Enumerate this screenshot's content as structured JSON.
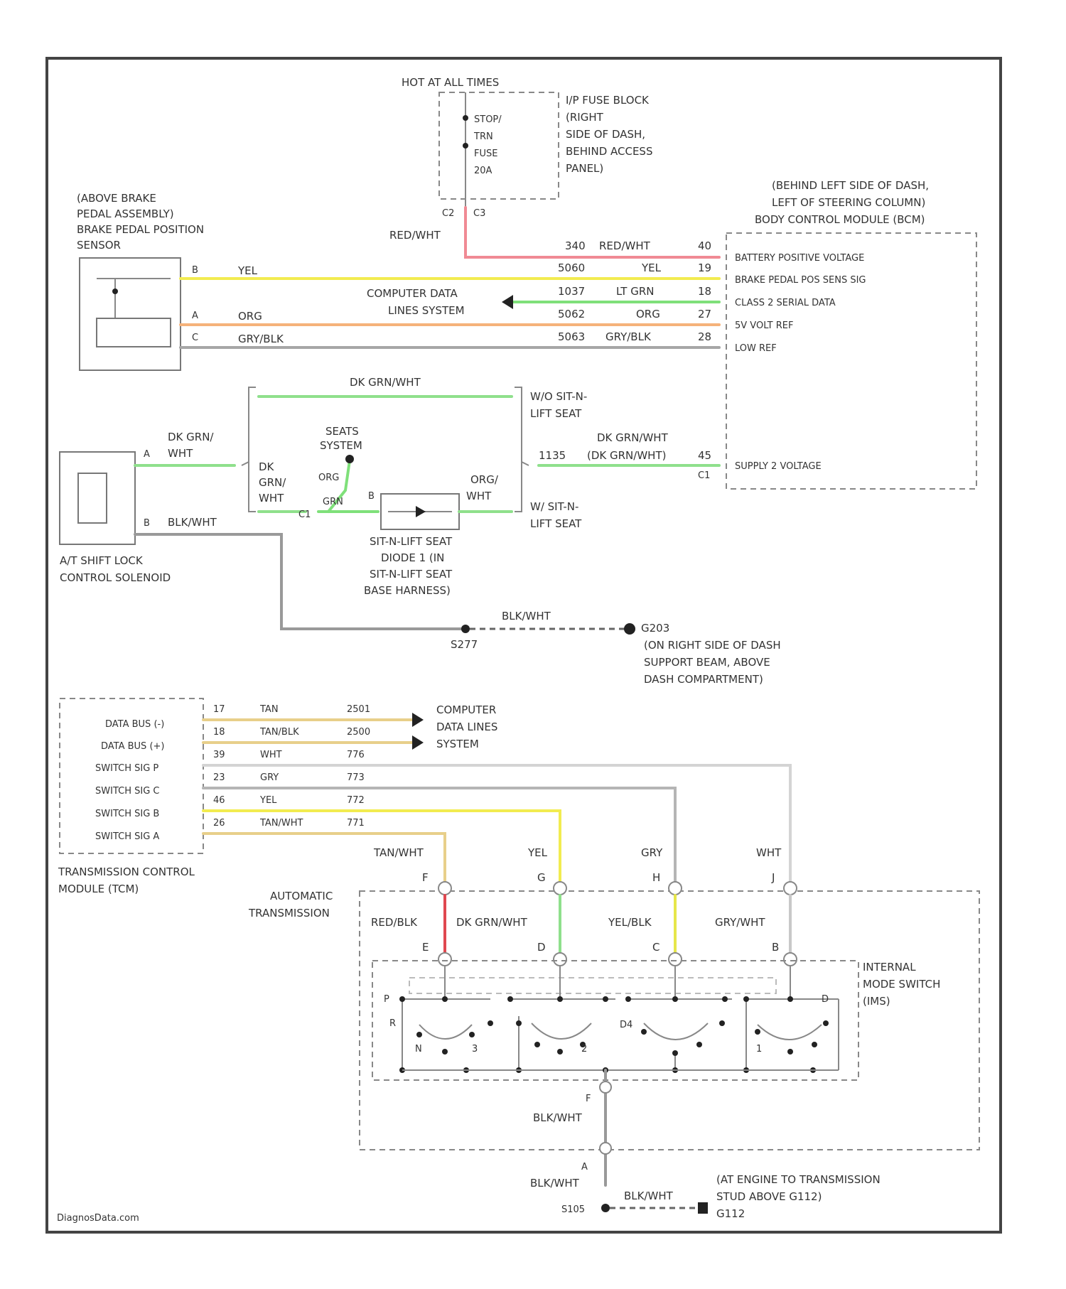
{
  "colors": {
    "red_wht": "#f08a94",
    "yel": "#f2ec50",
    "lt_grn": "#7fe07a",
    "org": "#f5b27a",
    "gry": "#9a9a9a",
    "dk_grn_wht": "#8fe08c",
    "tan": "#e8cf8a",
    "red_blk": "#e04850",
    "blk_wht": "#888888"
  },
  "fuse": {
    "hot_label": "HOT AT ALL TIMES",
    "lines": [
      "STOP/",
      "TRN",
      "FUSE",
      "20A"
    ],
    "block_lines": [
      "I/P FUSE BLOCK",
      "(RIGHT",
      "SIDE OF DASH,",
      "BEHIND ACCESS",
      "PANEL)"
    ],
    "pin_left": "C2",
    "pin_right": "C3",
    "out_wire": "RED/WHT"
  },
  "sensor": {
    "title_lines": [
      "(ABOVE BRAKE",
      "PEDAL ASSEMBLY)",
      "BRAKE PEDAL POSITION",
      "SENSOR"
    ],
    "pins": [
      "B",
      "A",
      "C"
    ],
    "wires": [
      "YEL",
      "ORG",
      "GRY/BLK"
    ]
  },
  "bcm": {
    "header_lines": [
      "(BEHIND LEFT SIDE OF DASH,",
      "LEFT OF STEERING COLUMN)",
      "BODY CONTROL MODULE (BCM)"
    ],
    "circuits": [
      {
        "circuit": "340",
        "wire": "RED/WHT",
        "pin": "40",
        "label": "BATTERY POSITIVE VOLTAGE"
      },
      {
        "circuit": "5060",
        "wire": "YEL",
        "pin": "19",
        "label": "BRAKE PEDAL POS SENS SIG"
      },
      {
        "circuit": "1037",
        "wire": "LT GRN",
        "pin": "18",
        "label": "CLASS 2 SERIAL DATA"
      },
      {
        "circuit": "5062",
        "wire": "ORG",
        "pin": "27",
        "label": "5V VOLT REF"
      },
      {
        "circuit": "5063",
        "wire": "GRY/BLK",
        "pin": "28",
        "label": "LOW REF"
      }
    ],
    "supply": {
      "circuit": "1135",
      "wire_top": "DK GRN/WHT",
      "wire": "(DK GRN/WHT)",
      "pin": "45",
      "connector": "C1",
      "label": "SUPPLY 2 VOLTAGE"
    }
  },
  "computer_data": {
    "lines": [
      "COMPUTER DATA",
      "LINES SYSTEM"
    ]
  },
  "shift_lock": {
    "title_lines": [
      "A/T SHIFT LOCK",
      "CONTROL SOLENOID"
    ],
    "pin_a": "A",
    "pin_b": "B",
    "wire_a": [
      "DK GRN/",
      "WHT"
    ],
    "wire_b": "BLK/WHT",
    "branch_top": "DK GRN/WHT",
    "branch_left": [
      "DK",
      "GRN/",
      "WHT"
    ],
    "with_lift": [
      "W/O SIT-N-",
      "LIFT SEAT"
    ],
    "without_lift": [
      "W/ SIT-N-",
      "LIFT SEAT"
    ],
    "seats_system": [
      "SEATS",
      "SYSTEM"
    ],
    "org_wire": "ORG",
    "grn_wire": "GRN",
    "c1": "C1",
    "diode_pin": "B",
    "right_wire": [
      "ORG/",
      "WHT"
    ],
    "diode_lines": [
      "SIT-N-LIFT SEAT",
      "DIODE 1 (IN",
      "SIT-N-LIFT SEAT",
      "BASE HARNESS)"
    ]
  },
  "ground_1": {
    "wire": "BLK/WHT",
    "splice": "S277",
    "ground": "G203",
    "desc_lines": [
      "(ON RIGHT SIDE OF DASH",
      "SUPPORT BEAM, ABOVE",
      "DASH COMPARTMENT)"
    ]
  },
  "tcm": {
    "title_lines": [
      "TRANSMISSION CONTROL",
      "MODULE (TCM)"
    ],
    "rows": [
      {
        "label": "DATA BUS (-)",
        "pin": "17",
        "wire": "TAN",
        "circuit": "2501"
      },
      {
        "label": "DATA BUS (+)",
        "pin": "18",
        "wire": "TAN/BLK",
        "circuit": "2500"
      },
      {
        "label": "SWITCH SIG P",
        "pin": "39",
        "wire": "WHT",
        "circuit": "776"
      },
      {
        "label": "SWITCH SIG C",
        "pin": "23",
        "wire": "GRY",
        "circuit": "773"
      },
      {
        "label": "SWITCH SIG B",
        "pin": "46",
        "wire": "YEL",
        "circuit": "772"
      },
      {
        "label": "SWITCH SIG A",
        "pin": "26",
        "wire": "TAN/WHT",
        "circuit": "771"
      }
    ],
    "computer_lines": [
      "COMPUTER",
      "DATA LINES",
      "SYSTEM"
    ]
  },
  "transmission": {
    "label_lines": [
      "AUTOMATIC",
      "TRANSMISSION"
    ],
    "top_wires": [
      "TAN/WHT",
      "YEL",
      "GRY",
      "WHT"
    ],
    "top_pins": [
      "F",
      "G",
      "H",
      "J"
    ],
    "internal_wires": [
      "RED/BLK",
      "DK GRN/WHT",
      "YEL/BLK",
      "GRY/WHT"
    ],
    "internal_pins": [
      "E",
      "D",
      "C",
      "B"
    ],
    "switch_lines": [
      "INTERNAL",
      "MODE SWITCH",
      "(IMS)"
    ],
    "contact_letters": [
      "P",
      "R",
      "N",
      "D",
      "3",
      "2",
      "1",
      "D4"
    ],
    "bottom_pin": "F",
    "bottom_wire": "BLK/WHT",
    "lower_pin": "A",
    "lower_wire": "BLK/WHT"
  },
  "ground_2": {
    "splice": "S105",
    "wire": "BLK/WHT",
    "ground": "G112",
    "desc_lines": [
      "(AT ENGINE TO TRANSMISSION",
      "STUD ABOVE G112)"
    ],
    "ground_label": "G112"
  },
  "footer": {
    "watermark": "DiagnosData.com"
  }
}
